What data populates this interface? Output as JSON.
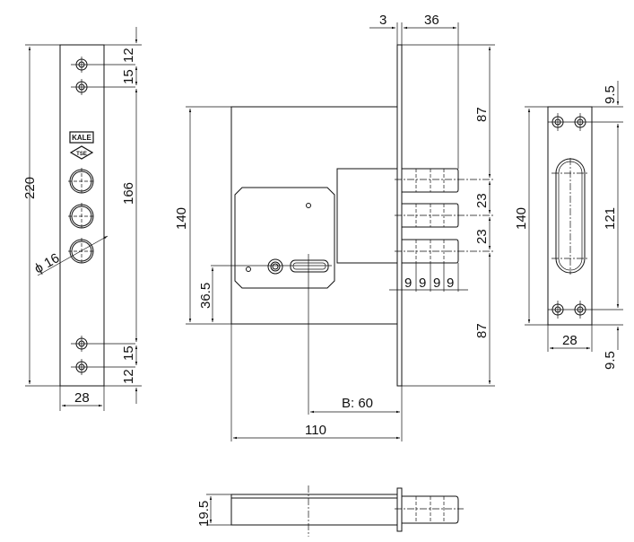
{
  "title": "Kale mortise lock technical drawing",
  "logo": {
    "brand": "KALE",
    "cert": "TSE"
  },
  "faceplate": {
    "height": "220",
    "hole_span": "166",
    "top_a": "12",
    "top_b": "15",
    "bottom_a": "15",
    "bottom_b": "12",
    "width": "28",
    "diameter": "ϕ 16"
  },
  "body": {
    "thickness": "3",
    "bolt_throw": "36",
    "upper": "87",
    "bolt_pitch_1": "23",
    "bolt_pitch_2": "23",
    "lower": "87",
    "case_height": "140",
    "key_height": "36.5",
    "steps": [
      "9",
      "9",
      "9",
      "9"
    ],
    "backset": "B: 60",
    "case_width": "110"
  },
  "strike": {
    "height": "140",
    "span": "121",
    "top": "9.5",
    "bottom": "9.5",
    "width": "28"
  },
  "bottom_view": {
    "thickness": "19.5"
  }
}
